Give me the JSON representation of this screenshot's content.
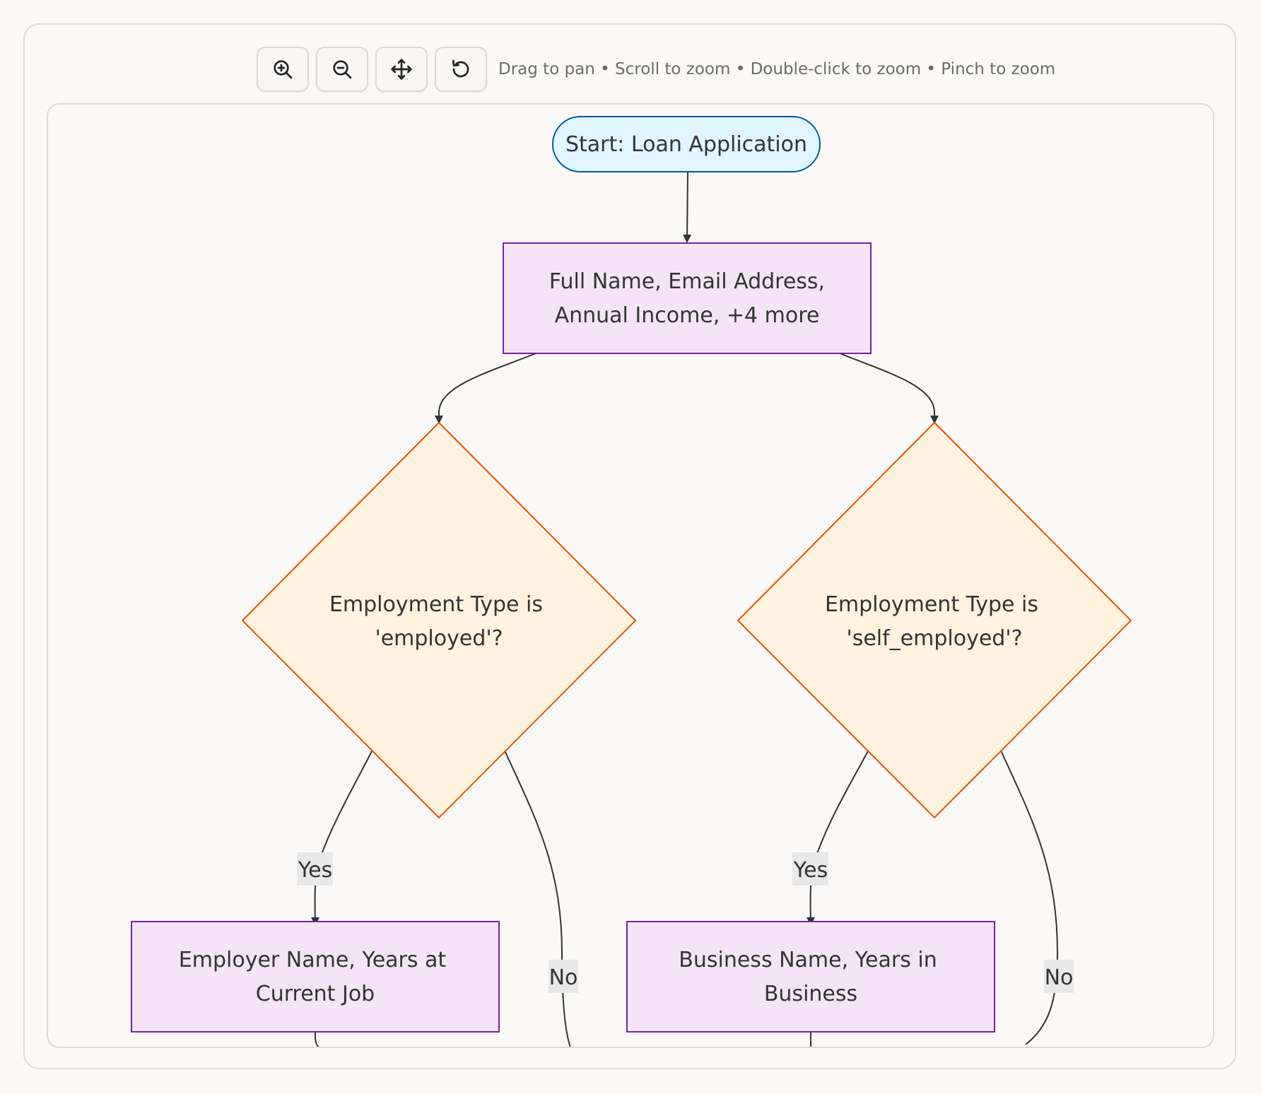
{
  "toolbar": {
    "buttons": [
      {
        "name": "zoom-in",
        "icon": "zoom-in-icon"
      },
      {
        "name": "zoom-out",
        "icon": "zoom-out-icon"
      },
      {
        "name": "pan",
        "icon": "move-icon"
      },
      {
        "name": "reset",
        "icon": "reset-icon"
      }
    ],
    "hint": "Drag to pan • Scroll to zoom • Double-click to zoom • Pinch to zoom"
  },
  "colors": {
    "start_fill": "#e1f5fe",
    "start_stroke": "#01579b",
    "process_fill": "#f3e5f5",
    "process_stroke": "#7b1fa2",
    "decision_fill": "#fff3e0",
    "decision_stroke": "#e65100",
    "edge": "#333333",
    "edge_label_bg": "#e8e8e8"
  },
  "diagram": {
    "start": {
      "label": "Start: Loan Application"
    },
    "fields": {
      "line1": "Full Name, Email Address,",
      "line2": "Annual Income, +4 more"
    },
    "decision_employed": {
      "line1": "Employment Type is",
      "line2": "'employed'?"
    },
    "decision_self": {
      "line1": "Employment Type is",
      "line2": "'self_employed'?"
    },
    "employer": {
      "line1": "Employer Name, Years at",
      "line2": "Current Job"
    },
    "business": {
      "line1": "Business Name, Years in",
      "line2": "Business"
    },
    "edges": {
      "employed_yes": "Yes",
      "employed_no": "No",
      "self_yes": "Yes",
      "self_no": "No"
    }
  }
}
